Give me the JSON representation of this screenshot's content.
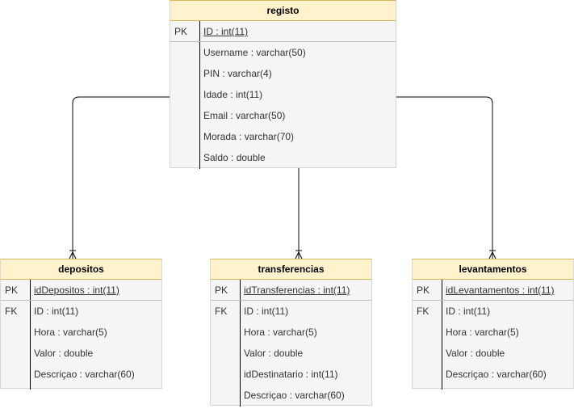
{
  "entities": {
    "registo": {
      "title": "registo",
      "pk_label": "PK",
      "pk_field": "ID : int(11)",
      "fields": [
        "Username : varchar(50)",
        "PIN : varchar(4)",
        "Idade : int(11)",
        "Email : varchar(50)",
        "Morada : varchar(70)",
        "Saldo : double"
      ]
    },
    "depositos": {
      "title": "depositos",
      "pk_label": "PK",
      "pk_field": "idDepositos : int(11)",
      "fk_label": "FK",
      "fields": [
        "ID : int(11)",
        "Hora : varchar(5)",
        "Valor : double",
        "Descriçao : varchar(60)"
      ]
    },
    "transferencias": {
      "title": "transferencias",
      "pk_label": "PK",
      "pk_field": "idTransferencias : int(11)",
      "fk_label": "FK",
      "fields": [
        "ID : int(11)",
        "Hora : varchar(5)",
        "Valor : double",
        "idDestinatario : int(11)",
        "Descriçao : varchar(60)"
      ]
    },
    "levantamentos": {
      "title": "levantamentos",
      "pk_label": "PK",
      "pk_field": "idLevantamentos : int(11)",
      "fk_label": "FK",
      "fields": [
        "ID : int(11)",
        "Hora : varchar(5)",
        "Valor : double",
        "Descriçao : varchar(60)"
      ]
    }
  },
  "colors": {
    "header_fill": "#fff2cc",
    "header_border": "#d6b656",
    "body_fill": "#f5f5f5",
    "edge": "#000000"
  }
}
